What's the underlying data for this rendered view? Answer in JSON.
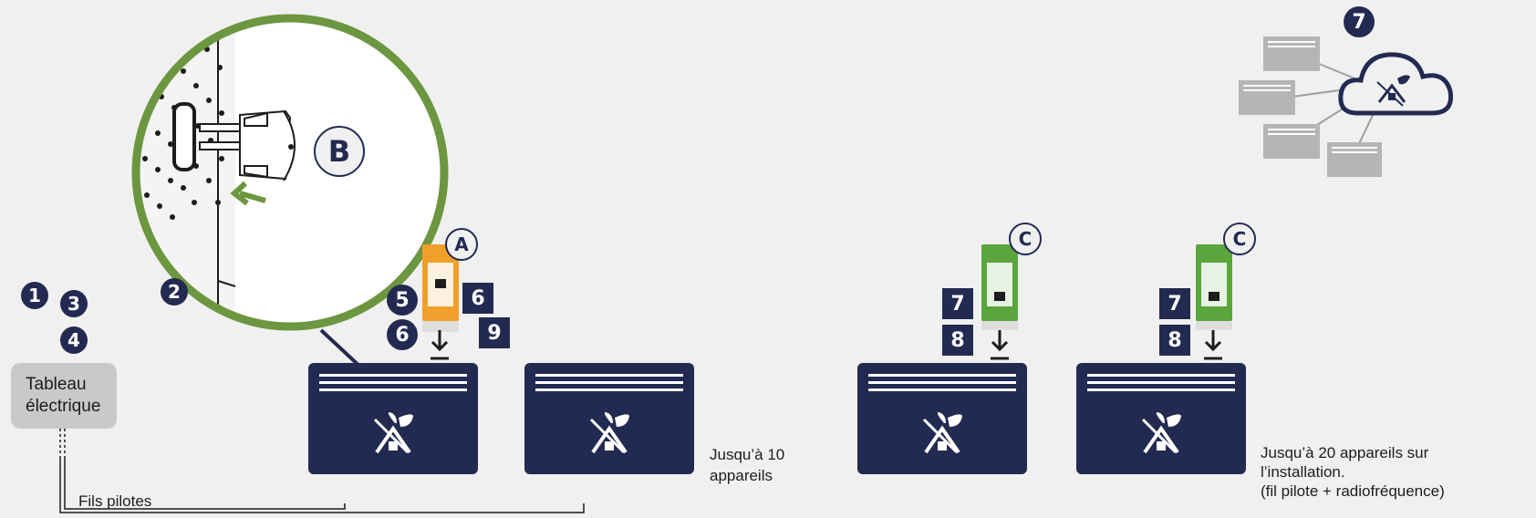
{
  "tableau": {
    "line1": "Tableau",
    "line2": "électrique"
  },
  "fils_pilotes": "Fils pilotes",
  "caption_left": {
    "line1": "Jusqu’à 10",
    "line2": "appareils"
  },
  "caption_right": {
    "line1": "Jusqu’à 20 appareils sur",
    "line2": "l’installation.",
    "line3": "(fil pilote + radiofréquence)"
  },
  "steps": {
    "n1": "1",
    "n2": "2",
    "n3": "3",
    "n4": "4",
    "n5": "5",
    "n6a": "6",
    "n6b": "6",
    "n7_cloud": "7",
    "n7a": "7",
    "n7b": "7",
    "n8a": "8",
    "n8b": "8",
    "n9": "9"
  },
  "letters": {
    "a": "A",
    "b": "B",
    "c1": "C",
    "c2": "C"
  },
  "colors": {
    "navy": "#232a52",
    "green": "#6c9640",
    "orange": "#f0a02a",
    "module_green": "#5aa53c",
    "grey": "#c9c9c9",
    "heater_grey": "#b5b5b5"
  },
  "icons": {
    "heater": "eco-house-leaf-icon",
    "cloud": "cloud-eco-house-icon",
    "arrow": "down-arrow-icon"
  }
}
